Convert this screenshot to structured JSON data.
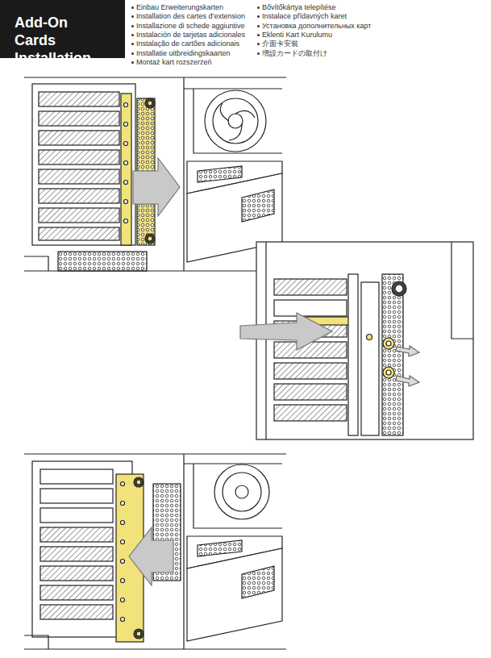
{
  "diagram": {
    "title": "Add-On Cards Installation",
    "labels": [
      "Einbau Erweiterungskarten",
      "Installation des cartes d’extension",
      "Installazione di schede aggiuntive",
      "Instalación de tarjetas adicionales",
      "Instalação de cartões adicionais",
      "Installatie uitbreidingskaarten",
      "Montaż kart rozszerzeń",
      "Bővítőkártya telepítése",
      "Instalace přídavných karet",
      "Установка дополнительных карт",
      "Eklenti Kart Kurulumu",
      "介面卡安裝",
      "増設カードの取付け"
    ]
  }
}
